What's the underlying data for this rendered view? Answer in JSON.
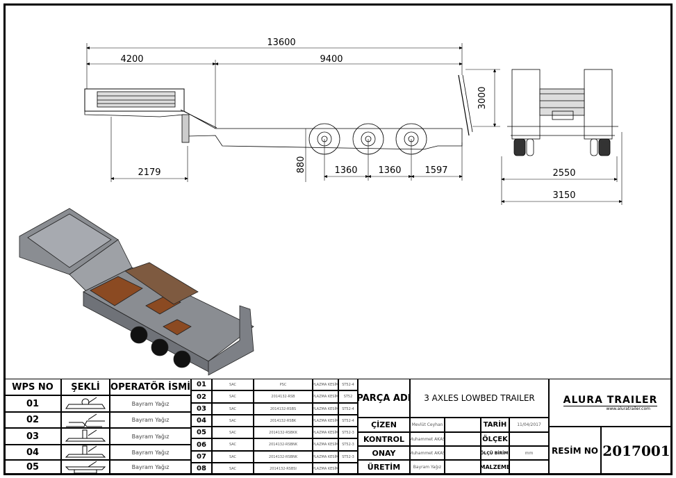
{
  "dimensions": {
    "overall_length": "13600",
    "gooseneck_length": "4200",
    "deck_length": "9400",
    "height": "3000",
    "kingpin_to_leg": "2179",
    "deck_height": "880",
    "axle_spacing_1": "1360",
    "axle_spacing_2": "1360",
    "rear_overhang": "1597",
    "inner_width": "2550",
    "overall_width": "3150"
  },
  "colors": {
    "line": "#000000",
    "body": "#8a8d92",
    "wood": "#8b4a22"
  },
  "wps_table": {
    "headers": [
      "WPS NO",
      "ŞEKLİ",
      "OPERATÖR İSMİ"
    ],
    "rows": [
      {
        "no": "01",
        "operator": "Bayram Yağız"
      },
      {
        "no": "02",
        "operator": "Bayram Yağız"
      },
      {
        "no": "03",
        "operator": "Bayram Yağız"
      },
      {
        "no": "04",
        "operator": "Bayram Yağız"
      },
      {
        "no": "05",
        "operator": "Bayram Yağız"
      }
    ]
  },
  "parts_table": [
    {
      "no": "01",
      "type": "SAC",
      "code": "PSC",
      "process": "PLAZMA KESİM",
      "material": "ST52-4"
    },
    {
      "no": "02",
      "type": "SAC",
      "code": "2014132-RSB",
      "process": "PLAZMA KESİM",
      "material": "ST52"
    },
    {
      "no": "03",
      "type": "SAC",
      "code": "2014132-RSBS",
      "process": "PLAZMA KESİM",
      "material": "ST52-4"
    },
    {
      "no": "04",
      "type": "SAC",
      "code": "2014132-RSBK",
      "process": "PLAZMA KESİM",
      "material": "ST52-4"
    },
    {
      "no": "05",
      "type": "SAC",
      "code": "2014132-RSBKK",
      "process": "PLAZMA KESİM",
      "material": "ST52-3"
    },
    {
      "no": "06",
      "type": "SAC",
      "code": "2014132-RSBNK",
      "process": "PLAZMA KESİM",
      "material": "ST52-3"
    },
    {
      "no": "07",
      "type": "SAC",
      "code": "2014132-RSBNK",
      "process": "PLAZMA KESİM",
      "material": "ST52-3"
    },
    {
      "no": "08",
      "type": "SAC",
      "code": "2014132-RSBSI",
      "process": "PLAZMA KESİM",
      "material": ""
    }
  ],
  "title_block": {
    "part_name_label": "PARÇA ADI",
    "part_name": "3 AXLES LOWBED TRAILER",
    "drawn_label": "ÇİZEN",
    "drawn_by": "Mevlüt Ceyhan",
    "checked_label": "KONTROL",
    "checked_by": "Muhammet AKAS",
    "approved_label": "ONAY",
    "approved_by": "Muhammet AKAS",
    "production_label": "ÜRETİM",
    "production_by": "Bayram Yağız",
    "date_label": "TARİH",
    "date": "11/04/2017",
    "scale_label": "ÖLÇEK",
    "scale": "",
    "unit_label": "ÖLÇÜ BİRİMİ",
    "unit": "mm",
    "material_label": "MALZEME",
    "material": "",
    "drawing_no_label": "RESİM NO",
    "drawing_no": "2017001"
  },
  "logo": {
    "name": "ALURA TRAILER",
    "url": "www.aluratrailer.com"
  }
}
